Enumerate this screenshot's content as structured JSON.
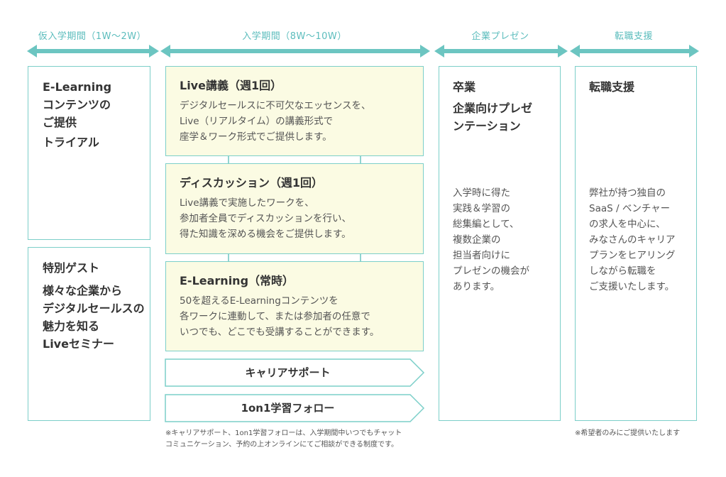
{
  "phases": {
    "trial": "仮入学期間（1W〜2W）",
    "enrollment": "入学期間（8W〜10W）",
    "presentation": "企業プレゼン",
    "career": "転職支援"
  },
  "col1": {
    "box1": {
      "title": "E-Learning\nコンテンツの\nご提供",
      "subtitle": "トライアル"
    },
    "box2": {
      "title": "特別ゲスト",
      "subtitle": "様々な企業から\nデジタルセールスの\n魅力を知る\nLiveセミナー"
    }
  },
  "col2": {
    "live": {
      "title": "Live講義（週1回）",
      "desc": "デジタルセールスに不可欠なエッセンスを、\nLive（リアルタイム）の講義形式で\n座学＆ワーク形式でご提供します。"
    },
    "discussion": {
      "title": "ディスカッション（週1回）",
      "desc": "Live講義で実施したワークを、\n参加者全員でディスカッションを行い、\n得た知識を深める機会をご提供します。"
    },
    "elearning": {
      "title": "E-Learning（常時）",
      "desc": "50を超えるE-Learningコンテンツを\n各ワークに連動して、または参加者の任意で\nいつでも、どこでも受講することができます。"
    },
    "career_support": "キャリアサポート",
    "one_on_one": "1on1学習フォロー",
    "note": "※キャリアサポート、1on1学習フォローは、入学期間中いつでもチャット\nコミュニケーション、予約の上オンラインにてご相談ができる制度です。"
  },
  "col3": {
    "title1": "卒業",
    "title2": "企業向けプレゼ\nンテーション",
    "desc": "入学時に得た\n実践＆学習の\n総集編として、\n複数企業の\n担当者向けに\nプレゼンの機会が\nあります。"
  },
  "col4": {
    "title": "転職支援",
    "desc": "弊社が持つ独自の\nSaaS / ベンチャー\nの求人を中心に、\nみなさんのキャリア\nプランをヒアリング\nしながら転職を\nご支援いたします。",
    "note": "※希望者のみにご提供いたします"
  },
  "colors": {
    "accent": "#6cc5c1",
    "border": "#7ccfc9",
    "box_fill_yellow": "#fbfbe3",
    "label_teal": "#5cbdbd"
  }
}
